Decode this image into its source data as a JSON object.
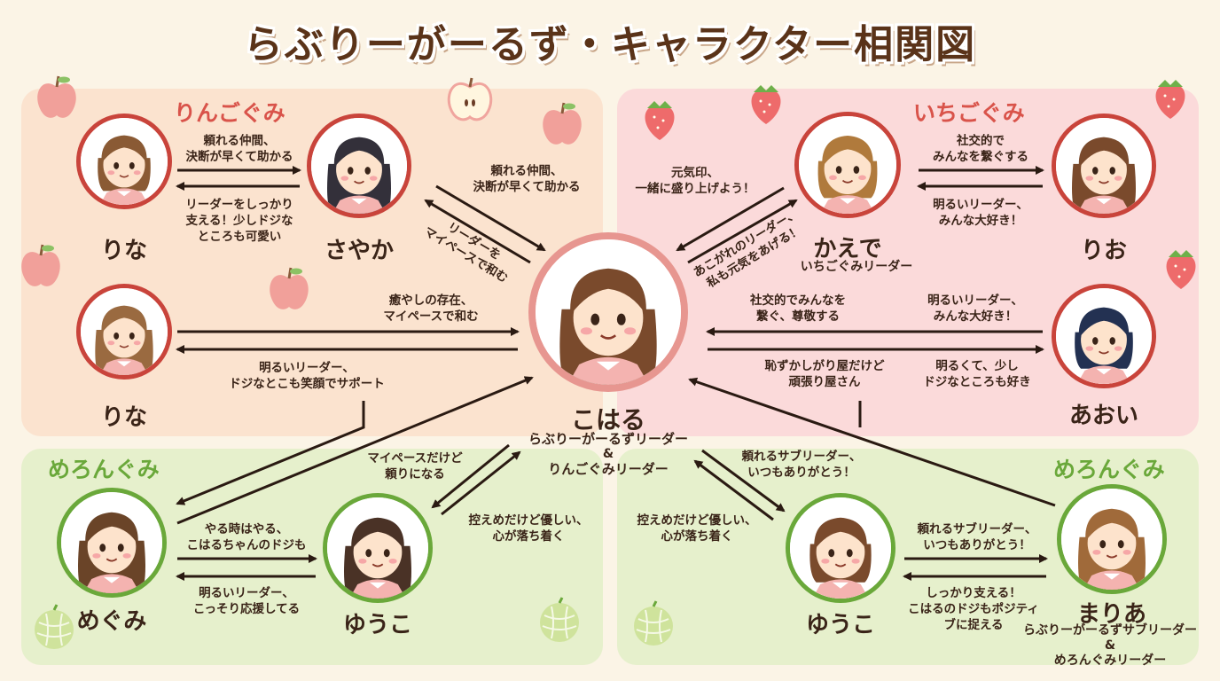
{
  "title": "らぶりーがーるず・キャラクター相関図",
  "groups": {
    "ringo": {
      "label": "りんごぐみ",
      "color": "#d9534a"
    },
    "ichigo": {
      "label": "いちごぐみ",
      "color": "#d9534a"
    },
    "melon_left": {
      "label": "めろんぐみ",
      "color": "#6aa83a"
    },
    "melon_right": {
      "label": "めろんぐみ",
      "color": "#6aa83a"
    }
  },
  "characters": {
    "koharu": {
      "name": "こはる",
      "role1": "らぶりーがーるずリーダー",
      "role2": "&",
      "role3": "りんごぐみリーダー"
    },
    "rina1": {
      "name": "りな"
    },
    "sayaka": {
      "name": "さやか"
    },
    "rina2": {
      "name": "りな"
    },
    "kaede": {
      "name": "かえで",
      "role1": "いちごぐみリーダー"
    },
    "rio": {
      "name": "りお"
    },
    "aoi": {
      "name": "あおい"
    },
    "megumi": {
      "name": "めぐみ"
    },
    "yuuko1": {
      "name": "ゆうこ"
    },
    "yuuko2": {
      "name": "ゆうこ"
    },
    "maria": {
      "name": "まりあ",
      "role1": "らぶりーがーるずサブリーダー",
      "role2": "&",
      "role3": "めろんぐみリーダー"
    }
  },
  "relations": {
    "rina1_to_sayaka": "頼れる仲間、\n決断が早くて助かる",
    "sayaka_to_rina1": "リーダーをしっかり\n支える！少しドジな\nところも可愛い",
    "sayaka_to_koharu": "頼れる仲間、\n決断が早くて助かる",
    "koharu_to_sayaka": "リーダーを\nマイペースで和む",
    "rina2_to_koharu": "癒やしの存在、\nマイペースで和む",
    "koharu_to_rina2": "明るいリーダー、\nドジなとこも笑顔でサポート",
    "kaede_to_koharu": "元気印、\n一緒に盛り上げよう！",
    "koharu_to_kaede": "あこがれのリーダー、\n私も元気をあげる！",
    "kaede_to_rio": "社交的で\nみんなを繋ぐする",
    "rio_to_kaede": "明るいリーダー、\nみんな大好き！",
    "koharu_to_aoi_top": "社交的でみんなを\n繋ぐ、尊敬する",
    "aoi_to_koharu_top": "明るいリーダー、\nみんな大好き！",
    "koharu_to_aoi_bottom": "恥ずかしがり屋だけど\n頑張り屋さん",
    "aoi_to_koharu_bottom": "明るくて、少し\nドジなところも好き",
    "megumi_to_yuuko1": "やる時はやる、\nこはるちゃんのドジも",
    "yuuko1_to_megumi": "明るいリーダー、\nこっそり応援してる",
    "koharu_to_yuuko1": "マイペースだけど\n頼りになる",
    "yuuko1_to_koharu": "控えめだけど優しい、\n心が落ち着く",
    "koharu_to_yuuko2": "頼れるサブリーダー、\nいつもありがとう！",
    "yuuko2_to_koharu": "控えめだけど優しい、\n心が落ち着く",
    "yuuko2_to_maria": "頼れるサブリーダー、\nいつもありがとう！",
    "maria_to_yuuko2": "しっかり支える！\nこはるのドジもポジティ\nブに捉える"
  },
  "colors": {
    "ringo_bg": "#fbe3cf",
    "ichigo_bg": "#fbdada",
    "melon_bg": "#e6f0cc",
    "ring_red": "#c9443b",
    "ring_green": "#6aa83a",
    "arrow": "#2a1a12"
  }
}
